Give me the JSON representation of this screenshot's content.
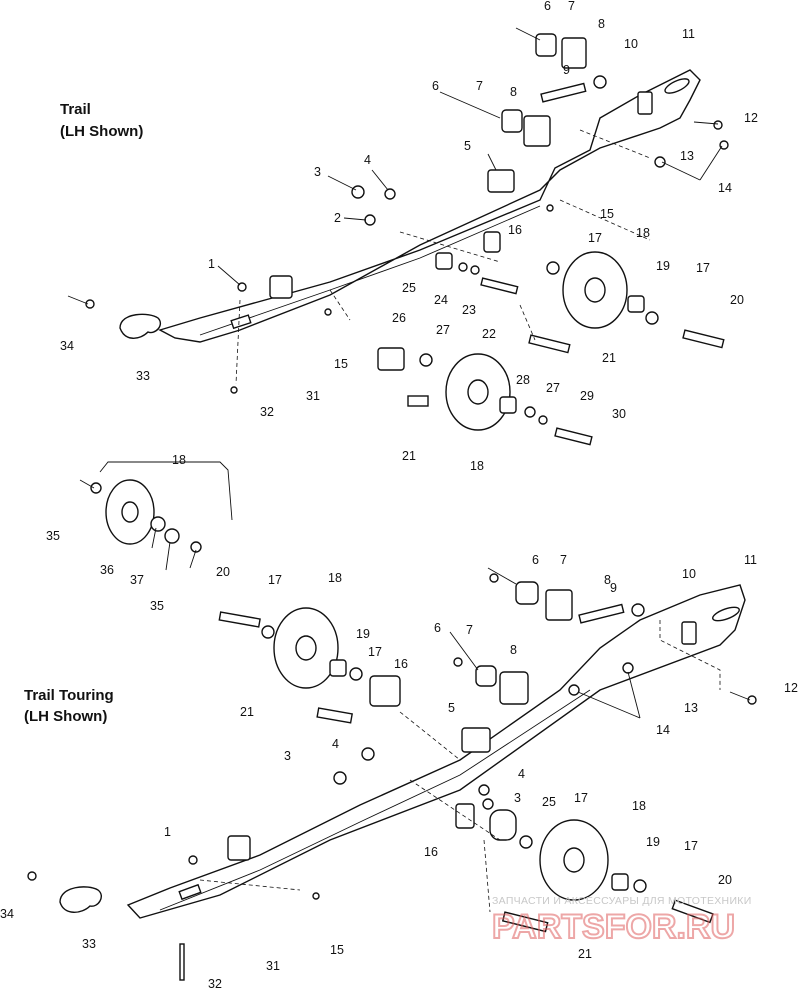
{
  "sections": [
    {
      "title_line1": "Trail",
      "title_line2": "(LH Shown)"
    },
    {
      "title_line1": "Trail Touring",
      "title_line2": "(LH Shown)"
    }
  ],
  "callouts_trail": [
    "6",
    "7",
    "8",
    "10",
    "11",
    "9",
    "7",
    "6",
    "8",
    "12",
    "13",
    "14",
    "5",
    "3",
    "4",
    "15",
    "2",
    "16",
    "17",
    "18",
    "19",
    "17",
    "1",
    "25",
    "24",
    "23",
    "22",
    "20",
    "34",
    "26",
    "27",
    "33",
    "15",
    "21",
    "28",
    "27",
    "29",
    "30",
    "31",
    "32",
    "21",
    "18"
  ],
  "callouts_touring": [
    "18",
    "35",
    "36",
    "37",
    "35",
    "6",
    "7",
    "8",
    "10",
    "11",
    "20",
    "17",
    "18",
    "9",
    "19",
    "17",
    "6",
    "7",
    "8",
    "16",
    "12",
    "13",
    "21",
    "5",
    "14",
    "4",
    "3",
    "4",
    "3",
    "25",
    "17",
    "18",
    "1",
    "16",
    "19",
    "17",
    "20",
    "34",
    "33",
    "15",
    "21",
    "31",
    "32"
  ],
  "watermark": {
    "top": "ЗАПЧАСТИ И АКСЕССУАРЫ ДЛЯ МОТОТЕХНИКИ",
    "main": "PARTSFOR.RU"
  }
}
